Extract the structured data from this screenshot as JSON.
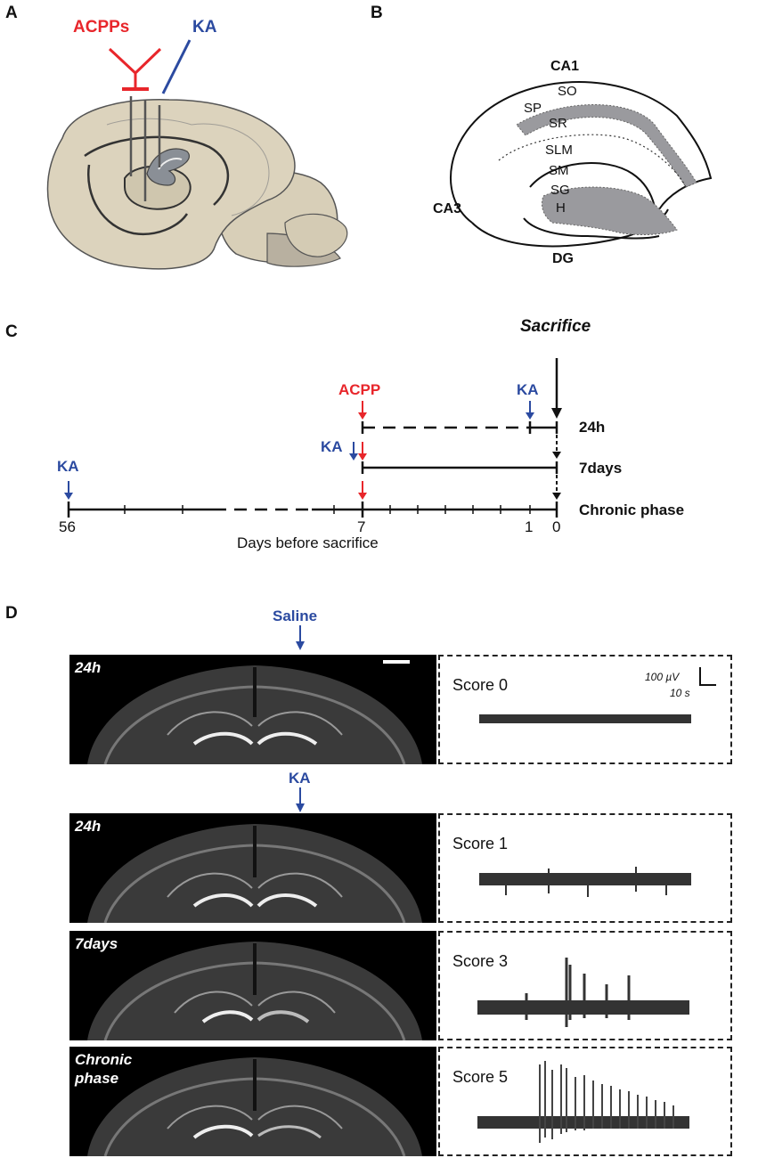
{
  "panels": {
    "a": "A",
    "b": "B",
    "c": "C",
    "d": "D"
  },
  "panelA": {
    "acpps_label": "ACPPs",
    "ka_label": "KA",
    "acpps_color": "#e8262b",
    "ka_color": "#2b4aa0"
  },
  "panelB": {
    "regions": {
      "ca1": "CA1",
      "ca3": "CA3",
      "dg": "DG"
    },
    "layers": {
      "so": "SO",
      "sp": "SP",
      "sr": "SR",
      "slm": "SLM",
      "sm": "SM",
      "sg": "SG",
      "h": "H"
    }
  },
  "panelC": {
    "sacrifice": "Sacrifice",
    "acpp": "ACPP",
    "ka_24h": "KA",
    "ka_7d": "KA",
    "ka_chronic": "KA",
    "rows": {
      "r24h": "24h",
      "r7d": "7days",
      "chronic": "Chronic phase"
    },
    "ticks": {
      "t56": "56",
      "t7": "7",
      "t1": "1",
      "t0": "0"
    },
    "axis_label": "Days before sacrifice",
    "red": "#e8262b",
    "blue": "#2b4aa0"
  },
  "panelD": {
    "saline": "Saline",
    "ka": "KA",
    "scale_y": "100 µV",
    "scale_x": "10 s",
    "rows": [
      {
        "tag": "24h",
        "score": "Score 0"
      },
      {
        "tag": "24h",
        "score": "Score 1"
      },
      {
        "tag": "7days",
        "score": "Score 3"
      },
      {
        "tag": "Chronic\nphase",
        "score": "Score 5"
      }
    ]
  }
}
